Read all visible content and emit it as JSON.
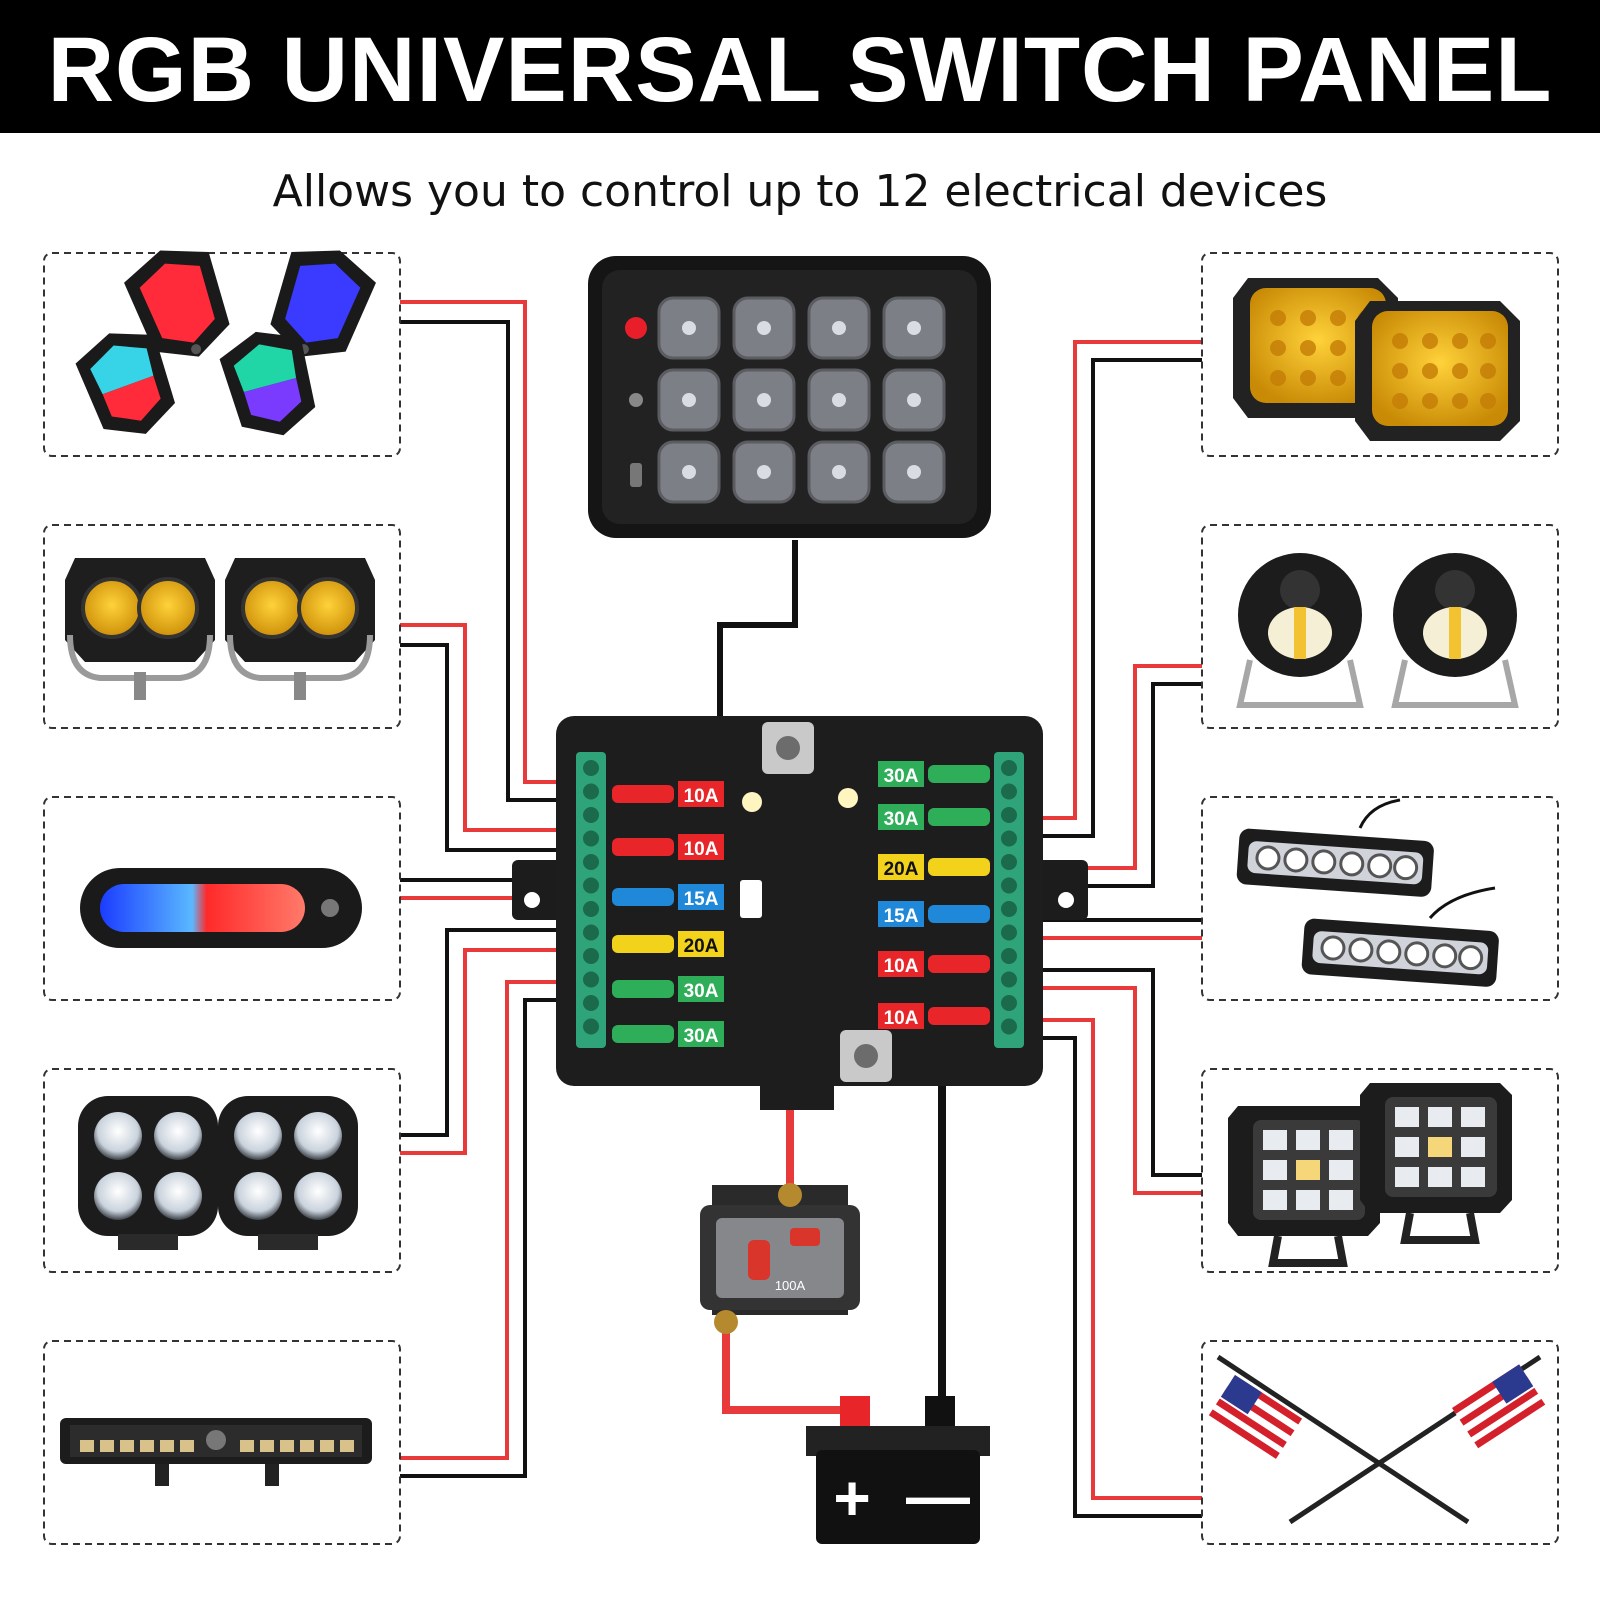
{
  "header": {
    "title": "RGB UNIVERSAL SWITCH PANEL",
    "subtitle": "Allows you to control up to 12 electrical devices"
  },
  "fuse_box": {
    "left_fuses": [
      "10A",
      "10A",
      "15A",
      "20A",
      "30A",
      "30A"
    ],
    "right_fuses": [
      "30A",
      "30A",
      "20A",
      "15A",
      "10A",
      "10A"
    ]
  },
  "breaker": {
    "rating": "100A"
  },
  "battery": {
    "plus": "+",
    "minus": "—"
  },
  "colors": {
    "positive_wire": "#e83a3a",
    "ground_wire": "#111111",
    "terminal_green": "#2fa37a",
    "fuse_10A": "#e8262a",
    "fuse_15A": "#1f88d8",
    "fuse_20A": "#f2d21b",
    "fuse_30A": "#2fae5a"
  },
  "devices": {
    "left": [
      "rock-lights-rgb",
      "dual-yellow-pod-lights",
      "rgb-strobe-bar",
      "quad-lens-pod-lights",
      "led-light-bar"
    ],
    "right": [
      "amber-square-lights",
      "round-fog-lights",
      "led-work-light-bars",
      "cube-pod-lights",
      "whip-lights-with-flags"
    ]
  }
}
